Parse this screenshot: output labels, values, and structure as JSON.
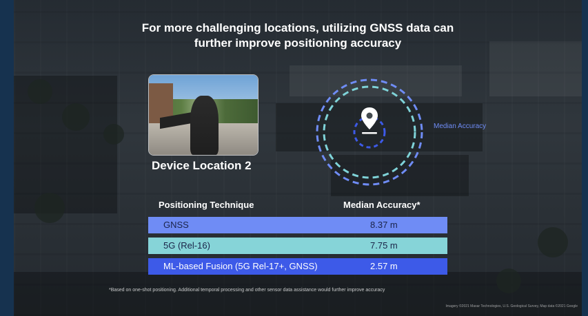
{
  "title": {
    "line1": "For more challenging locations, utilizing GNSS data can",
    "line2": "further improve positioning accuracy"
  },
  "photo": {
    "caption": "Device Location 2"
  },
  "accuracy_graphic": {
    "label": "Median Accuracy",
    "icon": "location-pin-icon",
    "ring_colors": [
      "#6f8cf5",
      "#7fd3d8",
      "#3d5ae8"
    ]
  },
  "table": {
    "headers": [
      "Positioning Technique",
      "Median Accuracy*"
    ],
    "rows": [
      {
        "technique": "GNSS",
        "accuracy": "8.37 m",
        "color": "#6f8cf5",
        "text_color": "#1a2348"
      },
      {
        "technique": "5G (Rel-16)",
        "accuracy": "7.75 m",
        "color": "#86d4d8",
        "text_color": "#1a2348"
      },
      {
        "technique": "ML-based Fusion (5G Rel-17+, GNSS)",
        "accuracy": "2.57 m",
        "color": "#3d5ae8",
        "text_color": "#ffffff"
      }
    ]
  },
  "footnote": "*Based on one-shot positioning. Additional temporal processing and other sensor data assistance would further improve accuracy",
  "credit": "Imagery ©2021 Maxar Technologies, U.S. Geological Survey, Map data ©2021 Google"
}
